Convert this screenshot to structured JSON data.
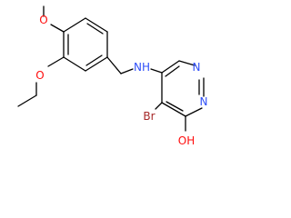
{
  "molecule": {
    "atom_labels": {
      "methoxy_o": "O",
      "ethoxy_o": "O",
      "amine": "NH",
      "ring_n1": "N",
      "ring_n2": "N",
      "bromo": "Br",
      "hydroxyl": "OH"
    },
    "colors": {
      "bond": "#000000",
      "oxygen": "#ff0d0d",
      "nitrogen": "#3050f8",
      "bromine": "#a62929",
      "background": "#ffffff"
    }
  }
}
